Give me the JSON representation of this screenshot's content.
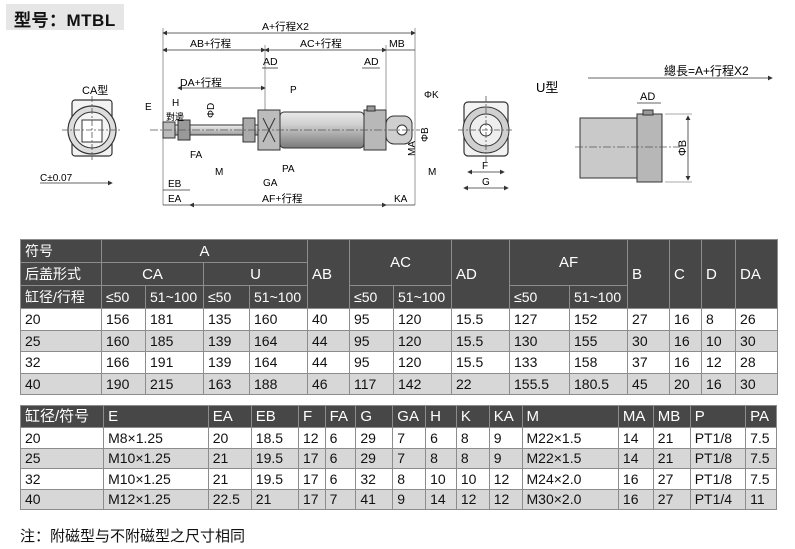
{
  "title": "型号：MTBL",
  "drawing": {
    "views": {
      "ca_label": "CA型",
      "u_label": "U型"
    },
    "dims": {
      "a_stroke2": "A+行程X2",
      "ab_stroke": "AB+行程",
      "ac_stroke": "AC+行程",
      "mb": "MB",
      "ad": "AD",
      "da_stroke": "DA+行程",
      "af_stroke": "AF+行程",
      "ka": "KA",
      "eb": "EB",
      "ea": "EA",
      "e": "E",
      "h": "H",
      "fa": "FA",
      "m": "M",
      "ga": "GA",
      "pa": "PA",
      "p": "P",
      "phi_d": "ΦD",
      "phi_k": "ΦK",
      "phi_b": "ΦB",
      "ma": "MA",
      "f": "F",
      "g": "G",
      "c_tol": "C±0.07",
      "u_total": "總長=A+行程X2",
      "u_ad": "AD",
      "u_phi_b": "ΦB",
      "nut_note": "對邊"
    }
  },
  "table1": {
    "header": {
      "symbol": "符号",
      "cover_type": "后盖形式",
      "bore_stroke": "缸径/行程",
      "A": "A",
      "CA": "CA",
      "U": "U",
      "AB": "AB",
      "AC": "AC",
      "AD": "AD",
      "AF": "AF",
      "B": "B",
      "C": "C",
      "D": "D",
      "DA": "DA",
      "le50_1": "≤50",
      "r51_1": "51~100",
      "le50_2": "≤50",
      "r51_2": "51~100",
      "le50_3": "≤50",
      "r51_3": "51~100",
      "le50_4": "≤50",
      "r51_4": "51~100"
    },
    "rows": [
      [
        "20",
        "156",
        "181",
        "135",
        "160",
        "40",
        "95",
        "120",
        "15.5",
        "127",
        "152",
        "27",
        "16",
        "8",
        "26"
      ],
      [
        "25",
        "160",
        "185",
        "139",
        "164",
        "44",
        "95",
        "120",
        "15.5",
        "130",
        "155",
        "30",
        "16",
        "10",
        "30"
      ],
      [
        "32",
        "166",
        "191",
        "139",
        "164",
        "44",
        "95",
        "120",
        "15.5",
        "133",
        "158",
        "37",
        "16",
        "12",
        "28"
      ],
      [
        "40",
        "190",
        "215",
        "163",
        "188",
        "46",
        "117",
        "142",
        "22",
        "155.5",
        "180.5",
        "45",
        "20",
        "16",
        "30"
      ]
    ]
  },
  "table2": {
    "headers": [
      "缸径/符号",
      "E",
      "EA",
      "EB",
      "F",
      "FA",
      "G",
      "GA",
      "H",
      "K",
      "KA",
      "M",
      "MA",
      "MB",
      "P",
      "PA"
    ],
    "rows": [
      [
        "20",
        "M8×1.25",
        "20",
        "18.5",
        "12",
        "6",
        "29",
        "7",
        "6",
        "8",
        "9",
        "M22×1.5",
        "14",
        "21",
        "PT1/8",
        "7.5"
      ],
      [
        "25",
        "M10×1.25",
        "21",
        "19.5",
        "17",
        "6",
        "29",
        "7",
        "8",
        "8",
        "9",
        "M22×1.5",
        "14",
        "21",
        "PT1/8",
        "7.5"
      ],
      [
        "32",
        "M10×1.25",
        "21",
        "19.5",
        "17",
        "6",
        "32",
        "8",
        "10",
        "10",
        "12",
        "M24×2.0",
        "16",
        "27",
        "PT1/8",
        "7.5"
      ],
      [
        "40",
        "M12×1.25",
        "22.5",
        "21",
        "17",
        "7",
        "41",
        "9",
        "14",
        "12",
        "12",
        "M30×2.0",
        "16",
        "27",
        "PT1/4",
        "11"
      ]
    ]
  },
  "note": "注：附磁型与不附磁型之尺寸相同"
}
